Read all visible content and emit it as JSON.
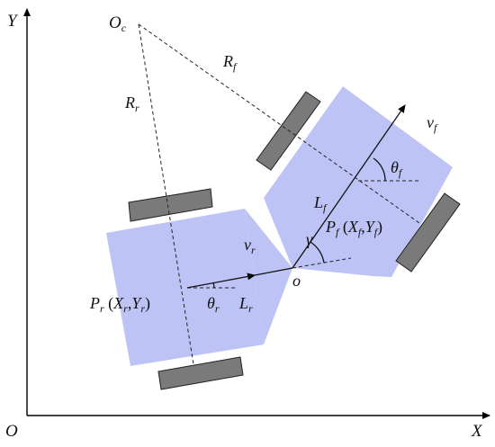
{
  "diagram": {
    "axes": {
      "x_label": "X",
      "y_label": "Y",
      "origin_label": "O"
    },
    "points": {
      "instant_center": "O",
      "instant_center_sub": "c",
      "hitch": "o"
    },
    "radii": {
      "front": {
        "main": "R",
        "sub": "f"
      },
      "rear": {
        "main": "R",
        "sub": "r"
      }
    },
    "rear_unit": {
      "velocity": {
        "main": "v",
        "sub": "r"
      },
      "angle": {
        "main": "θ",
        "sub": "r"
      },
      "length": {
        "main": "L",
        "sub": "r"
      },
      "position": {
        "P": "P",
        "P_sub": "r",
        "open": " (",
        "X": "X",
        "X_sub": "r",
        "comma": ",",
        "Y": "Y",
        "Y_sub": "r",
        "close": ")"
      }
    },
    "front_unit": {
      "velocity": {
        "main": "v",
        "sub": "f"
      },
      "angle": {
        "main": "θ",
        "sub": "f"
      },
      "length": {
        "main": "L",
        "sub": "f"
      },
      "position": {
        "P": "P",
        "P_sub": "f",
        "open": " (",
        "X": "X",
        "X_sub": "f",
        "comma": ",",
        "Y": "Y",
        "Y_sub": "f",
        "close": ")"
      }
    },
    "articulation_angle": "γ",
    "colors": {
      "body_fill": "#b3b8f5",
      "wheel_fill": "#7a7a7a",
      "line": "#111111"
    }
  }
}
